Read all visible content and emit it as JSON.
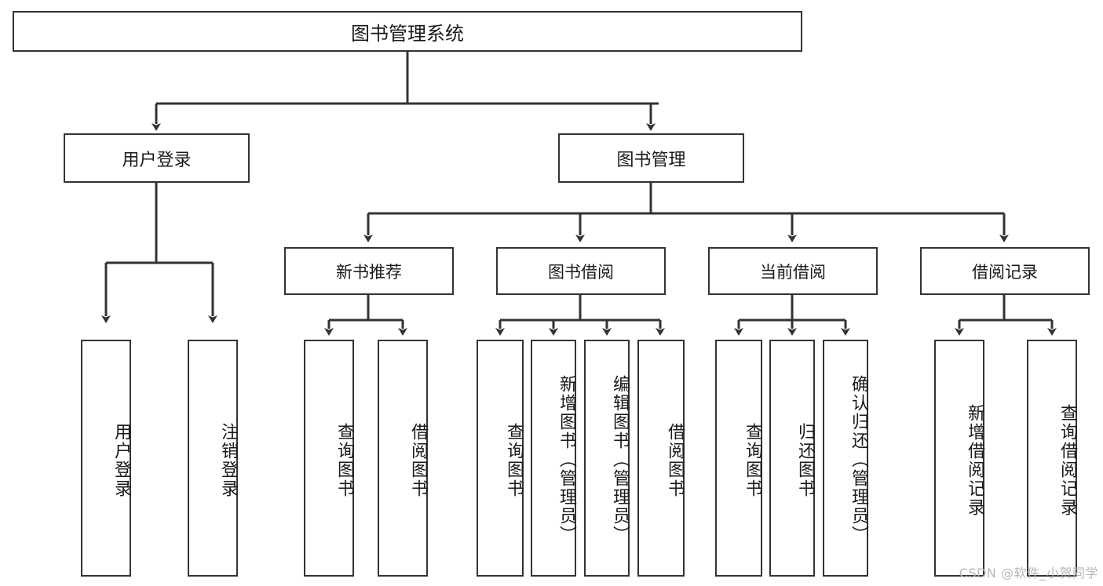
{
  "diagram": {
    "title": "图书管理系统",
    "type": "hierarchy-tree",
    "watermark": "CSDN @软件_小贺同学",
    "colors": {
      "box_border": "#333333",
      "box_fill": "#ffffff",
      "wire": "#333333",
      "text": "#1a1a1a",
      "watermark": "#b6b6b6",
      "background": "#ffffff"
    },
    "nodes": {
      "root": {
        "label": "图书管理系统"
      },
      "level2": [
        {
          "id": "user-login",
          "label": "用户登录"
        },
        {
          "id": "book-manage",
          "label": "图书管理"
        }
      ],
      "level3": [
        {
          "id": "new-book-recommend",
          "label": "新书推荐"
        },
        {
          "id": "book-borrow",
          "label": "图书借阅"
        },
        {
          "id": "current-borrow",
          "label": "当前借阅"
        },
        {
          "id": "borrow-record",
          "label": "借阅记录"
        }
      ],
      "leaves": {
        "user-login": [
          {
            "id": "leaf-user-login",
            "label": "用户登录"
          },
          {
            "id": "leaf-logout-login",
            "label": "注销登录"
          }
        ],
        "new-book-recommend": [
          {
            "id": "leaf-query-book-1",
            "label": "查询图书"
          },
          {
            "id": "leaf-borrow-book-1",
            "label": "借阅图书"
          }
        ],
        "book-borrow": [
          {
            "id": "leaf-query-book-2",
            "label": "查询图书"
          },
          {
            "id": "leaf-add-book",
            "label": "新增图书（管理员）"
          },
          {
            "id": "leaf-edit-book",
            "label": "编辑图书（管理员）"
          },
          {
            "id": "leaf-borrow-book-2",
            "label": "借阅图书"
          }
        ],
        "current-borrow": [
          {
            "id": "leaf-query-book-3",
            "label": "查询图书"
          },
          {
            "id": "leaf-return-book",
            "label": "归还图书"
          },
          {
            "id": "leaf-confirm-return",
            "label": "确认归还（管理员）"
          }
        ],
        "borrow-record": [
          {
            "id": "leaf-add-record",
            "label": "新增借阅记录"
          },
          {
            "id": "leaf-query-record",
            "label": "查询借阅记录"
          }
        ]
      }
    }
  }
}
